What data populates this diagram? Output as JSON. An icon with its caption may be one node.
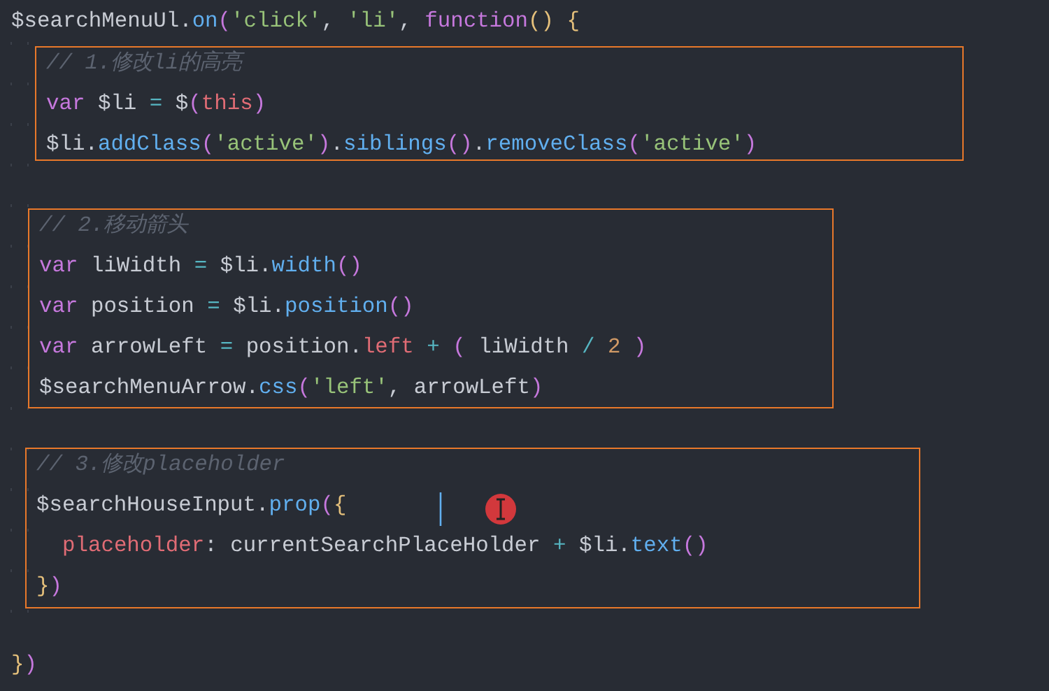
{
  "diagram": {
    "nodes": [
      {
        "text": [
          "// 1.修改li的高亮",
          "var $li = $(this)",
          "$li.addClass('active').siblings().removeClass('active')"
        ]
      },
      {
        "text": [
          "// 2.移动箭头",
          "var liWidth = $li.width()",
          "var position = $li.position()",
          "var arrowLeft = position.left + ( liWidth / 2 )",
          "$searchMenuArrow.css('left', arrowLeft)"
        ]
      },
      {
        "text": [
          "// 3.修改placeholder",
          "$searchHouseInput.prop({",
          "placeholder: currentSearchPlaceHolder + $li.text()",
          "})"
        ]
      }
    ],
    "labels": [
      "$searchMenuUl.on('click', 'li', function() {",
      "})"
    ]
  }
}
